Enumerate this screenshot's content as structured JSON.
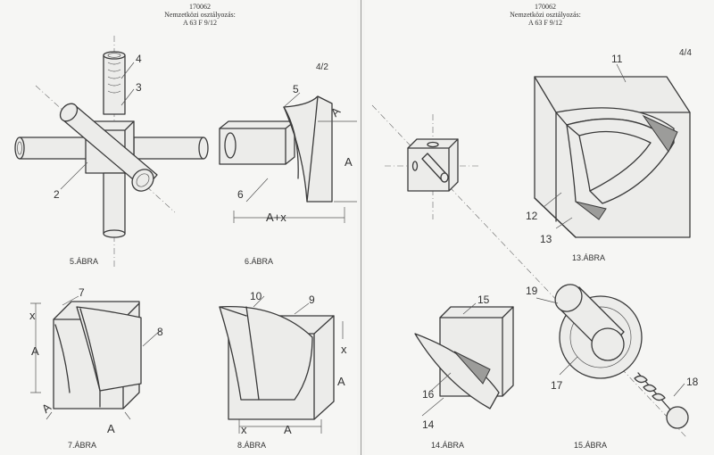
{
  "left_sheet": {
    "header": {
      "line1": "170062",
      "line2": "Nemzetközi osztályozás:",
      "line3": "A 63 F 9/12"
    },
    "page_mark": "4/2",
    "captions": {
      "fig5": "5.ÁBRA",
      "fig6": "6.ÁBRA",
      "fig7": "7.ÁBRA",
      "fig8": "8.ÁBRA"
    },
    "ref_numbers": {
      "n2": "2",
      "n3": "3",
      "n4": "4",
      "n5": "5",
      "n6": "6",
      "n7": "7",
      "n8": "8",
      "n9": "9",
      "n10": "10"
    },
    "dimensions": {
      "a": "A",
      "a_plus_x": "A+x",
      "x": "x"
    }
  },
  "right_sheet": {
    "header": {
      "line1": "170062",
      "line2": "Nemzetközi osztályozás:",
      "line3": "A 63 F 9/12"
    },
    "page_mark": "4/4",
    "captions": {
      "fig13": "13.ÁBRA",
      "fig14": "14.ÁBRA",
      "fig15": "15.ÁBRA"
    },
    "ref_numbers": {
      "n11": "11",
      "n12": "12",
      "n13": "13",
      "n14": "14",
      "n15": "15",
      "n16": "16",
      "n17": "17",
      "n18": "18",
      "n19": "19"
    }
  }
}
